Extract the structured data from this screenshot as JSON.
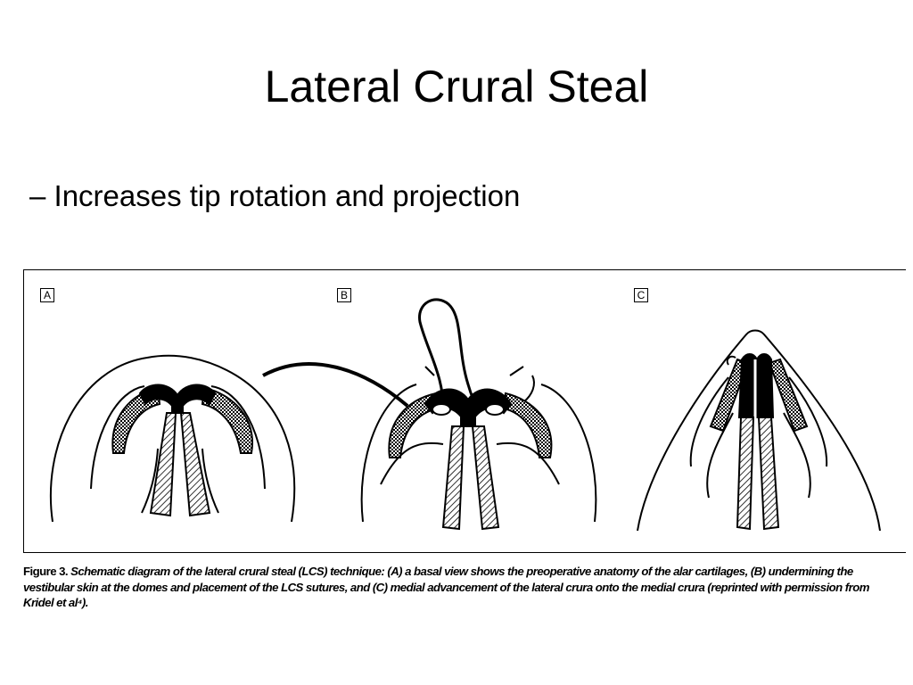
{
  "slide": {
    "title": "Lateral Crural Steal",
    "bullet": "– Increases tip rotation and projection"
  },
  "figure": {
    "panels": [
      {
        "label": "A"
      },
      {
        "label": "B"
      },
      {
        "label": "C"
      }
    ],
    "caption": {
      "label": "Figure 3.",
      "text": "Schematic diagram of the lateral crural steal (LCS) technique: (A) a basal view shows the preoperative anatomy of the alar cartilages, (B) undermining the vestibular skin at the domes and placement of the LCS sutures, and (C) medial advancement of the lateral crura onto the medial crura (reprinted with permission from Kridel et al⁴)."
    }
  }
}
